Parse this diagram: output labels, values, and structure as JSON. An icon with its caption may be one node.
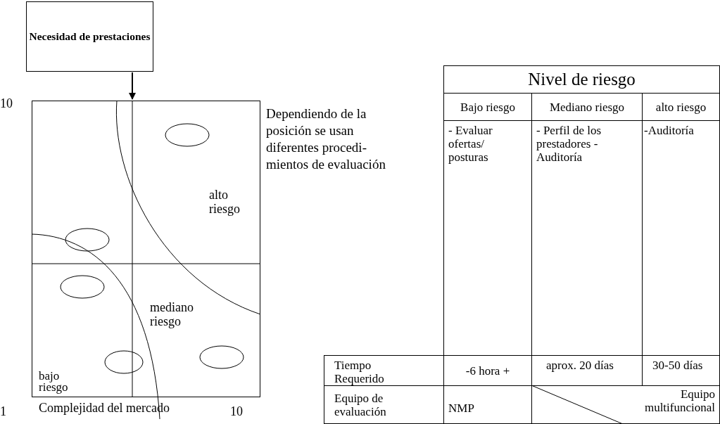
{
  "diagram": {
    "nodes": [
      {
        "text": [
          "Necesidad de prestaciones"
        ]
      },
      {
        "text": [],
        "shape": "box"
      }
    ],
    "edges": [
      {
        "from": 0,
        "to": 1,
        "arrow": "to"
      }
    ],
    "labels": [
      "10",
      "alto riesgo",
      "mediano riesgo",
      "bajo riesgo",
      "1",
      "Complejidad del mercado",
      "10",
      "Dependiendo de la posición se usan diferentes procedi-mientos de evaluación",
      "Nivel de riesgo",
      "Bajo riesgo",
      "Mediano riesgo",
      "alto riesgo",
      "- Evaluar ofertas/ posturas",
      "- Perfil de los prestadores - Auditoría",
      "-Auditoría",
      "Tiempo Requerido",
      "-6 hora +",
      "aprox. 20 días",
      "30-50 días",
      "Equipo de evaluación",
      "NMP",
      "Equipo multifuncional"
    ]
  }
}
